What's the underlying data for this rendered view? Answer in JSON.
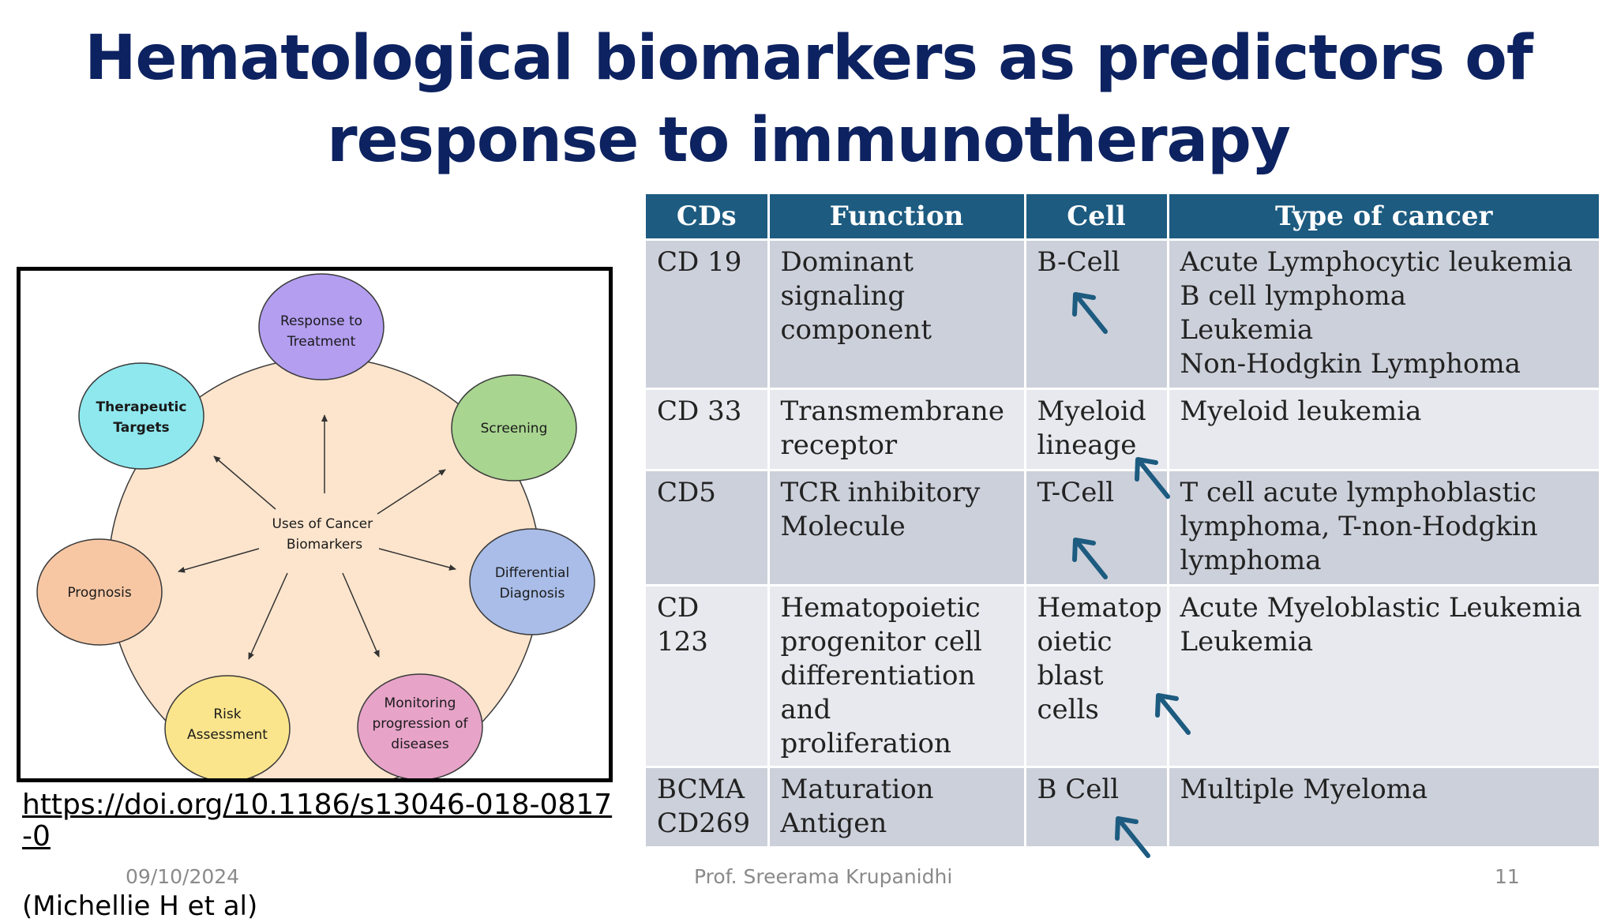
{
  "slide": {
    "title_lines": [
      "Hematological biomarkers as predictors of",
      "response to immunotherapy"
    ],
    "doi": "https://doi.org/10.1186/s13046-018-0817-0",
    "citation": "(Michellie H et al)",
    "date": "09/10/2024",
    "presenter": "Prof. Sreerama Krupanidhi",
    "page": "11"
  },
  "diagram": {
    "center_lines": [
      "Uses of Cancer",
      "Biomarkers"
    ],
    "nodes": [
      {
        "id": "response",
        "lines": [
          "Response to",
          "Treatment"
        ],
        "color": "#b39ef0"
      },
      {
        "id": "screening",
        "lines": [
          "Screening"
        ],
        "color": "#a8d590"
      },
      {
        "id": "differential",
        "lines": [
          "Differential",
          "Diagnosis"
        ],
        "color": "#a9bde8"
      },
      {
        "id": "monitoring",
        "lines": [
          "Monitoring",
          "progression of",
          "diseases"
        ],
        "color": "#e7a3c8"
      },
      {
        "id": "risk",
        "lines": [
          "Risk",
          "Assessment"
        ],
        "color": "#fbe58c"
      },
      {
        "id": "prognosis",
        "lines": [
          "Prognosis"
        ],
        "color": "#f7c7a4"
      },
      {
        "id": "therapeutic",
        "lines": [
          "Therapeutic",
          "Targets"
        ],
        "color": "#8ee8ee"
      }
    ]
  },
  "table": {
    "headers": [
      "CDs",
      "Function",
      "Cell",
      "Type of cancer"
    ],
    "rows": [
      {
        "cd": [
          "CD 19"
        ],
        "function": [
          "Dominant",
          "signaling",
          "component"
        ],
        "cell": [
          "B-Cell"
        ],
        "cancer": [
          "Acute Lymphocytic leukemia",
          "B cell lymphoma",
          "Leukemia",
          "Non-Hodgkin Lymphoma"
        ]
      },
      {
        "cd": [
          "CD 33"
        ],
        "function": [
          "Transmembrane",
          "receptor"
        ],
        "cell": [
          "Myeloid",
          "lineage"
        ],
        "cancer": [
          "Myeloid leukemia"
        ]
      },
      {
        "cd": [
          "CD5"
        ],
        "function": [
          "TCR inhibitory",
          "Molecule"
        ],
        "cell": [
          "T-Cell"
        ],
        "cancer": [
          "T cell acute lymphoblastic",
          "lymphoma, T-non-Hodgkin",
          "lymphoma"
        ]
      },
      {
        "cd": [
          "CD 123"
        ],
        "function": [
          "Hematopoietic",
          "progenitor cell",
          "differentiation and",
          "proliferation"
        ],
        "cell": [
          "Hematop",
          "oietic",
          "blast cells"
        ],
        "cancer": [
          "Acute Myeloblastic Leukemia",
          "Leukemia"
        ]
      },
      {
        "cd": [
          "BCMA",
          "CD269"
        ],
        "function": [
          "Maturation",
          "Antigen"
        ],
        "cell": [
          "B Cell"
        ],
        "cancer": [
          "Multiple Myeloma"
        ]
      }
    ]
  },
  "colors": {
    "title": "#0d2260",
    "table_header": "#1d5b80",
    "row_dark": "#ccd0da",
    "row_light": "#e8e9ee",
    "arrow": "#1d5b80",
    "diagram_fill": "#fde5cd"
  }
}
